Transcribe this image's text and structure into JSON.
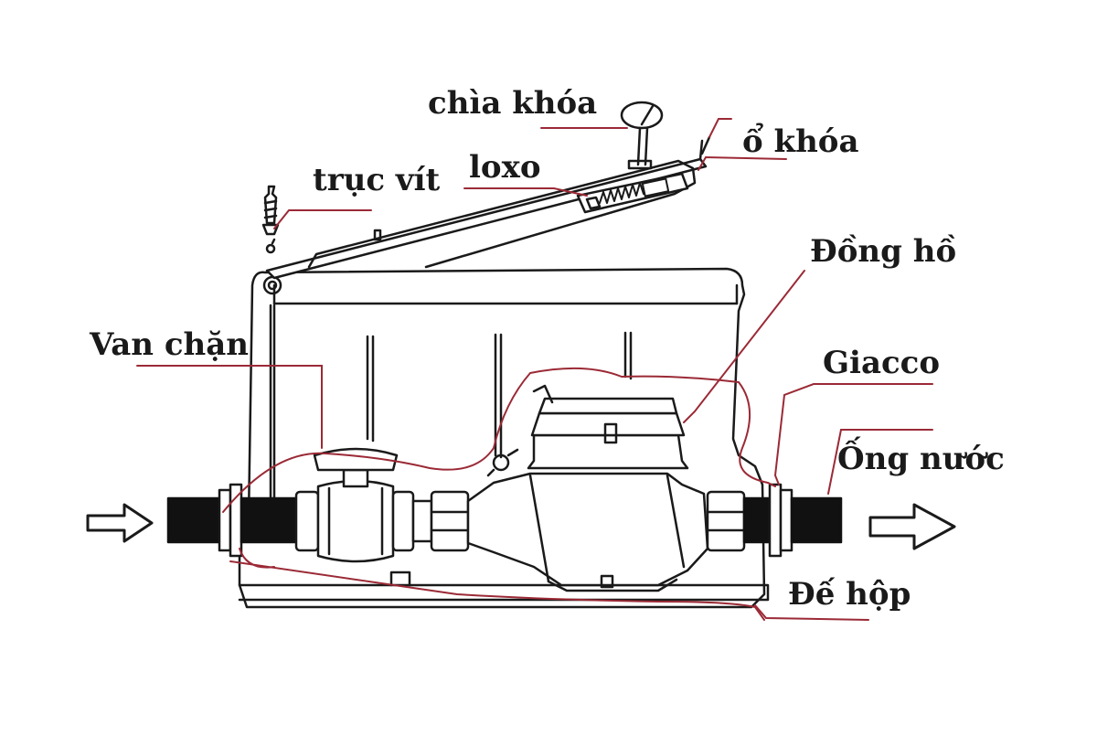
{
  "diagram": {
    "labels": {
      "key": "chìa khóa",
      "lock": "ổ khóa",
      "spring": "loxo",
      "screw": "trục vít",
      "meter": "Đồng hồ",
      "valve": "Van chặn",
      "joint": "Giacco",
      "pipe": "Ống nước",
      "base": "Đế hộp"
    },
    "colors": {
      "line": "#1a1a1a",
      "leader": "#9b2a36",
      "thread": "#111111"
    },
    "icons": {
      "flow_in": "hollow-arrow-right-icon",
      "flow_out": "hollow-arrow-right-icon"
    }
  }
}
